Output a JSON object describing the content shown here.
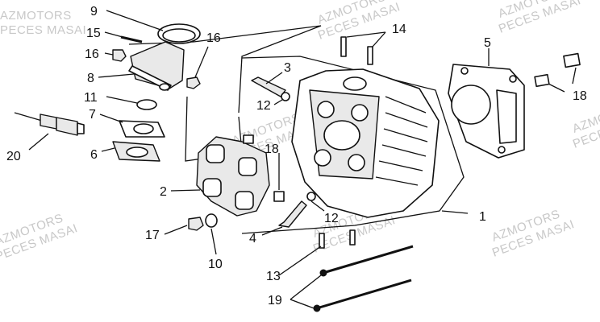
{
  "watermark": {
    "line1": "AZMOTORS",
    "line2": "PECES MASAI"
  },
  "callouts": [
    {
      "id": "c1",
      "label": "1"
    },
    {
      "id": "c2",
      "label": "2"
    },
    {
      "id": "c3",
      "label": "3"
    },
    {
      "id": "c4",
      "label": "4"
    },
    {
      "id": "c5",
      "label": "5"
    },
    {
      "id": "c6",
      "label": "6"
    },
    {
      "id": "c7",
      "label": "7"
    },
    {
      "id": "c8",
      "label": "8"
    },
    {
      "id": "c9",
      "label": "9"
    },
    {
      "id": "c10",
      "label": "10"
    },
    {
      "id": "c11",
      "label": "11"
    },
    {
      "id": "c12a",
      "label": "12"
    },
    {
      "id": "c12b",
      "label": "12"
    },
    {
      "id": "c13",
      "label": "13"
    },
    {
      "id": "c14",
      "label": "14"
    },
    {
      "id": "c15",
      "label": "15"
    },
    {
      "id": "c16a",
      "label": "16"
    },
    {
      "id": "c16b",
      "label": "16"
    },
    {
      "id": "c17",
      "label": "17"
    },
    {
      "id": "c18a",
      "label": "18"
    },
    {
      "id": "c18b",
      "label": "18"
    },
    {
      "id": "c19",
      "label": "19"
    },
    {
      "id": "c20",
      "label": "20"
    }
  ]
}
